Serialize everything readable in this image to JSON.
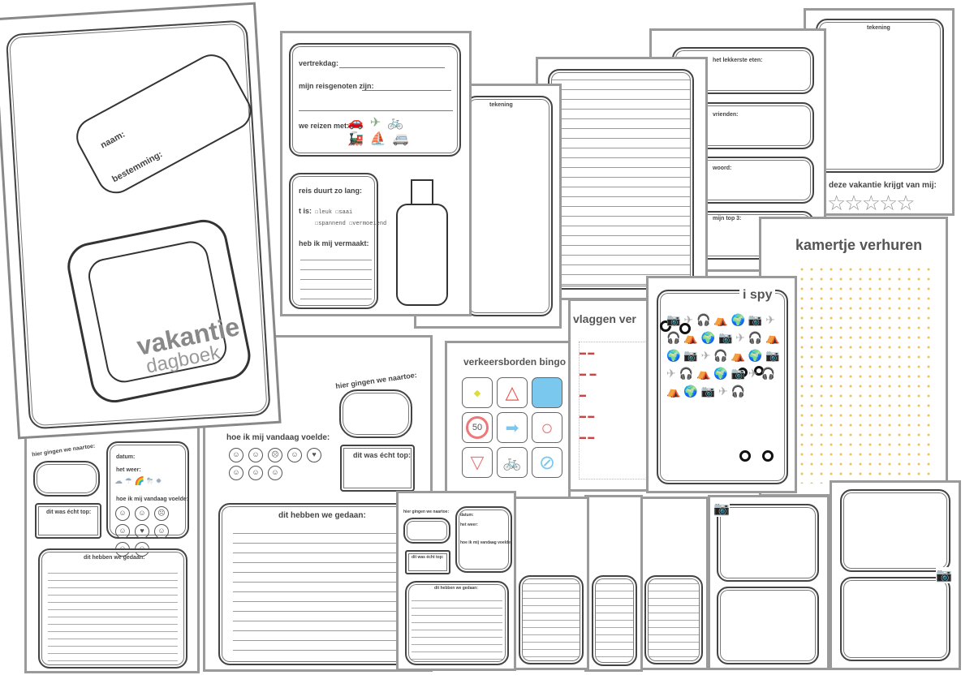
{
  "cover": {
    "title": "vakantie",
    "subtitle": "dagboek",
    "name_label": "naam:",
    "destination_label": "bestemming:"
  },
  "travel_page": {
    "departure": "vertrekdag:",
    "companions": "mijn reisgenoten zijn:",
    "transport": "we reizen met:",
    "duration": "reis duurt zo lang:",
    "it_is": "t is:",
    "options": [
      "leuk",
      "saai",
      "spannend",
      "vermoeiend"
    ],
    "entertained": "heb ik mij vermaakt:"
  },
  "drawing_page": {
    "title": "tekening"
  },
  "memories_page": {
    "rows": [
      "het lekkerste eten:",
      "vrienden:",
      "woord:",
      "mijn top 3:"
    ]
  },
  "rating_page": {
    "title": "tekening",
    "rating_label": "deze vakantie krijgt van mij:",
    "stars": "☆☆☆☆☆"
  },
  "room_page": {
    "title": "kamertje verhuren"
  },
  "ispy_page": {
    "title": "i spy"
  },
  "flags_page": {
    "title": "vlaggen ver"
  },
  "bingo_page": {
    "title": "verkeersborden bingo",
    "speed_sign": "50"
  },
  "daily_page": {
    "went": "hier gingen we naartoe:",
    "date": "datum:",
    "weather": "het weer:",
    "felt": "hoe ik mij vandaag voelde:",
    "top": "dit was écht top:",
    "done": "dit hebben we gedaan:"
  },
  "faces": [
    "☺",
    "☺",
    "☹",
    "☺",
    "♥",
    "☺",
    "☺",
    "☺"
  ]
}
